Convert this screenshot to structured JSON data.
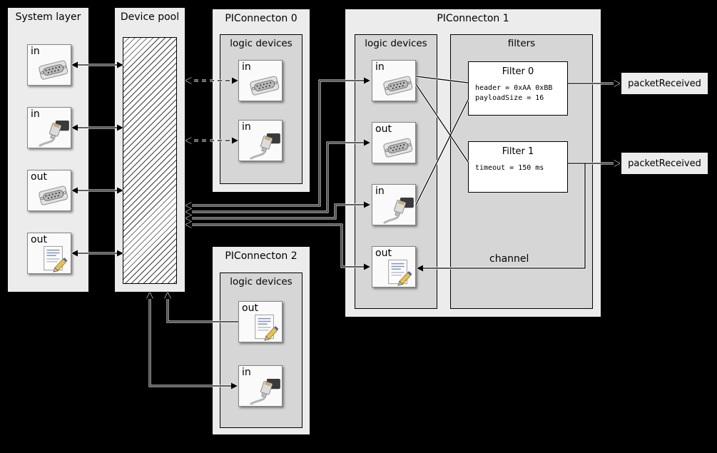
{
  "colors": {
    "background": "#000000",
    "panel": "#ececec",
    "inner_panel": "#d6d6d6",
    "device_box": "#fafafa",
    "wire": "#000000",
    "wire_halo": "#ffffff"
  },
  "system_layer": {
    "title": "System layer",
    "devices": [
      {
        "label": "in",
        "icon": "serial-icon"
      },
      {
        "label": "in",
        "icon": "ethernet-icon"
      },
      {
        "label": "out",
        "icon": "serial-icon"
      },
      {
        "label": "out",
        "icon": "script-icon"
      }
    ]
  },
  "device_pool": {
    "title": "Device pool"
  },
  "piconnecton0": {
    "title": "PIConnecton 0",
    "group_title": "logic devices",
    "devices": [
      {
        "label": "in",
        "icon": "serial-icon"
      },
      {
        "label": "in",
        "icon": "ethernet-icon"
      }
    ]
  },
  "piconnecton1": {
    "title": "PIConnecton 1",
    "logic_group_title": "logic devices",
    "devices": [
      {
        "label": "in",
        "icon": "serial-icon"
      },
      {
        "label": "out",
        "icon": "serial-icon"
      },
      {
        "label": "in",
        "icon": "ethernet-icon"
      },
      {
        "label": "out",
        "icon": "script-icon"
      }
    ],
    "filters_group_title": "filters",
    "filters": [
      {
        "name": "Filter 0",
        "params": [
          "header = 0xAA 0xBB",
          "payloadSize = 16"
        ]
      },
      {
        "name": "Filter 1",
        "params": [
          "timeout = 150 ms"
        ]
      }
    ],
    "channel_label": "channel"
  },
  "piconnecton2": {
    "title": "PIConnecton 2",
    "group_title": "logic devices",
    "devices": [
      {
        "label": "out",
        "icon": "script-icon"
      },
      {
        "label": "in",
        "icon": "ethernet-icon"
      }
    ]
  },
  "events": [
    {
      "label": "packetReceived"
    },
    {
      "label": "packetReceived"
    }
  ]
}
